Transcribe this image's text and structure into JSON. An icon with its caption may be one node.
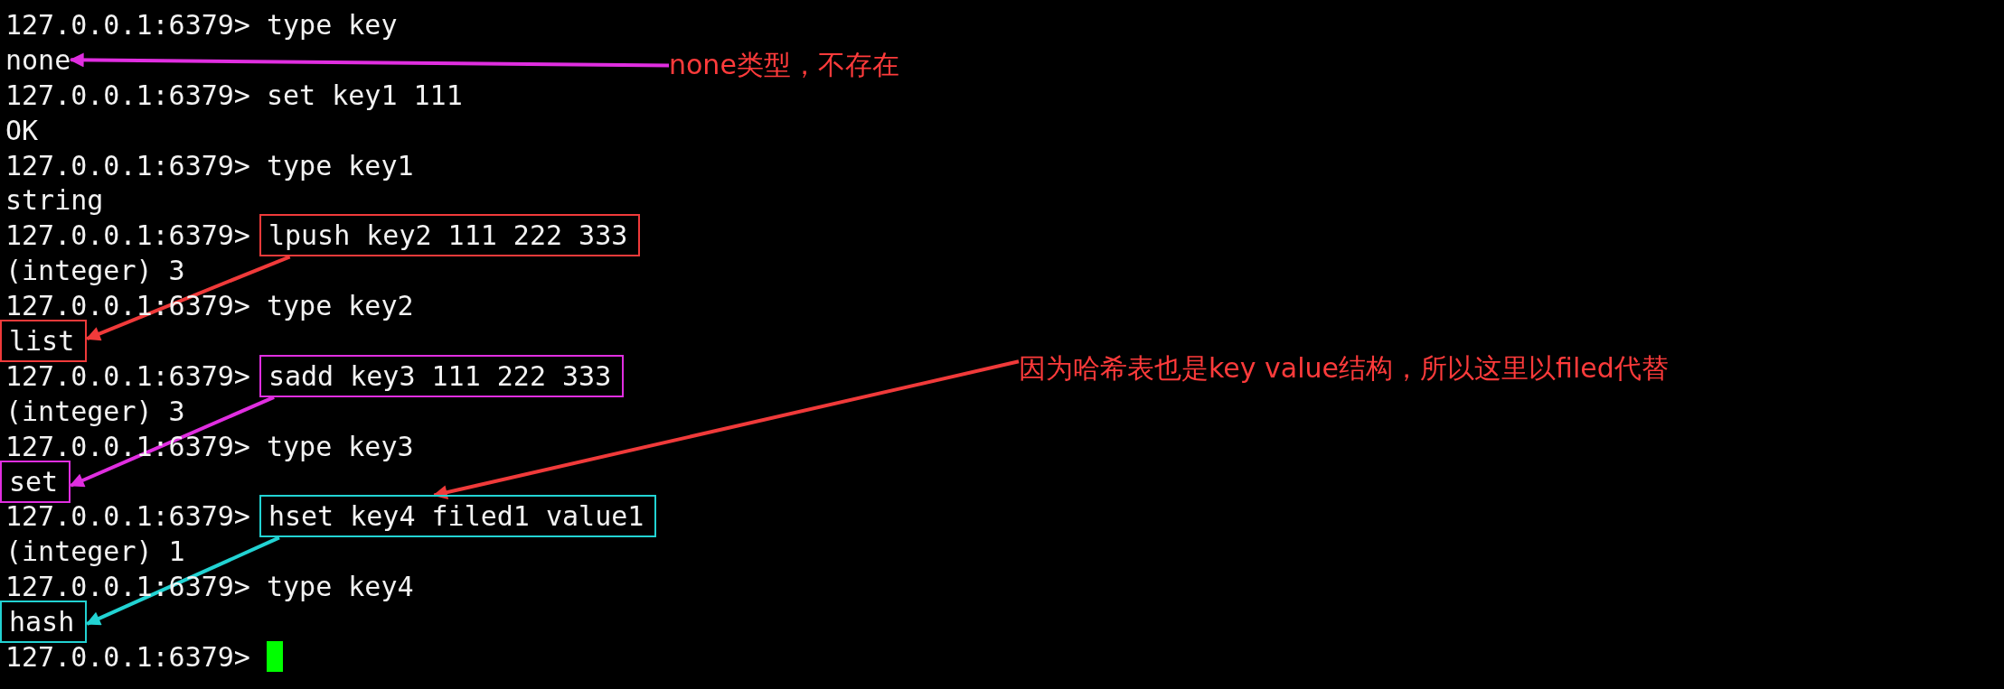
{
  "diagram": {
    "nodes": [
      {
        "text": [
          "none"
        ]
      },
      {
        "text": [
          "none类型，不存在"
        ]
      },
      {
        "text": [
          "lpush key2 111 222 333"
        ]
      },
      {
        "text": [
          "list"
        ]
      },
      {
        "text": [
          "sadd key3 111 222 333"
        ]
      },
      {
        "text": [
          "set"
        ]
      },
      {
        "text": [
          "因为哈希表也是key value结构，所以这里以filed代替"
        ]
      },
      {
        "text": [
          "hset key4 filed1 value1"
        ]
      },
      {
        "text": [
          "hash"
        ]
      }
    ],
    "edges": [
      {
        "from": 1,
        "to": 0,
        "arrow": "to",
        "color": "#e02ee0"
      },
      {
        "from": 2,
        "to": 3,
        "arrow": "to",
        "color": "#f03a3a"
      },
      {
        "from": 4,
        "to": 5,
        "arrow": "to",
        "color": "#e02ee0"
      },
      {
        "from": 6,
        "to": 7,
        "arrow": "to",
        "color": "#f03a3a"
      },
      {
        "from": 7,
        "to": 8,
        "arrow": "to",
        "color": "#22d3d3"
      }
    ],
    "labels": [
      "127.0.0.1:6379> type key",
      "127.0.0.1:6379> set key1 111",
      "OK",
      "127.0.0.1:6379> type key1",
      "string",
      "127.0.0.1:6379>",
      "(integer) 3",
      "127.0.0.1:6379> type key2",
      "127.0.0.1:6379>",
      "(integer) 3",
      "127.0.0.1:6379> type key3",
      "127.0.0.1:6379>",
      "(integer) 1",
      "127.0.0.1:6379> type key4",
      "127.0.0.1:6379>"
    ]
  }
}
